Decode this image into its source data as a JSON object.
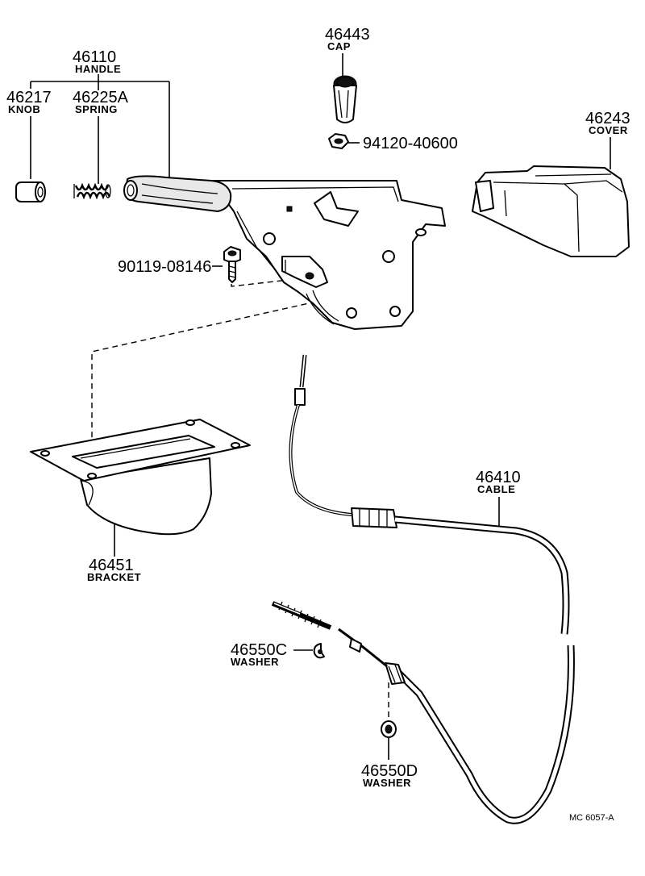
{
  "labels": {
    "handle": {
      "number": "46110",
      "name": "HANDLE"
    },
    "knob": {
      "number": "46217",
      "name": "KNOB"
    },
    "spring": {
      "number": "46225A",
      "name": "SPRING"
    },
    "cap": {
      "number": "46443",
      "name": "CAP"
    },
    "nut": {
      "number": "94120-40600"
    },
    "cover": {
      "number": "46243",
      "name": "COVER"
    },
    "bolt": {
      "number": "90119-08146"
    },
    "bracket": {
      "number": "46451",
      "name": "BRACKET"
    },
    "cable": {
      "number": "46410",
      "name": "CABLE"
    },
    "washer_c": {
      "number": "46550C",
      "name": "WASHER"
    },
    "washer_d": {
      "number": "46550D",
      "name": "WASHER"
    }
  },
  "diagram_code": "MC  6057-A"
}
